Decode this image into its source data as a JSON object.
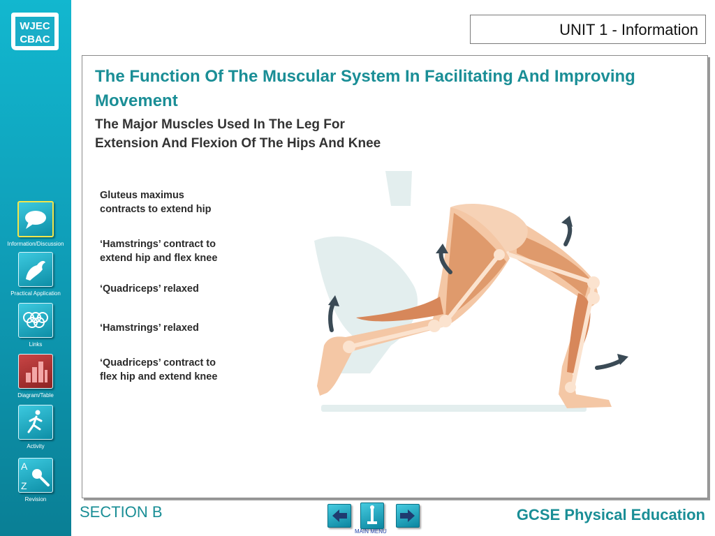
{
  "logo": {
    "line1": "WJEC",
    "line2": "CBAC"
  },
  "header": {
    "unit": "UNIT 1 - Information"
  },
  "sidebar": {
    "items": [
      {
        "label": "Information/Discussion",
        "icon": "speech-bubble-icon"
      },
      {
        "label": "Practical Application",
        "icon": "flexed-arm-icon"
      },
      {
        "label": "Links",
        "icon": "olympic-rings-icon"
      },
      {
        "label": "Diagram/Table",
        "icon": "bar-chart-icon"
      },
      {
        "label": "Activity",
        "icon": "runner-icon"
      },
      {
        "label": "Revision",
        "icon": "a-z-magnifier-icon",
        "letter_a": "A",
        "letter_z": "Z"
      }
    ]
  },
  "main": {
    "title": "The Function Of The Muscular System In Facilitating And Improving Movement",
    "subtitle_line1": "The Major Muscles Used In The Leg For",
    "subtitle_line2": "Extension And Flexion Of The Hips And Knee",
    "labels": [
      {
        "line1": "Gluteus maximus",
        "line2": "contracts to extend hip"
      },
      {
        "line1": "‘Hamstrings’ contract to",
        "line2": "extend hip and flex knee"
      },
      {
        "line1": "‘Quadriceps’ relaxed",
        "line2": ""
      },
      {
        "line1": "‘Hamstrings’ relaxed",
        "line2": ""
      },
      {
        "line1": "‘Quadriceps’ contract to",
        "line2": "flex hip and extend knee"
      }
    ]
  },
  "footer": {
    "section": "SECTION B",
    "brand": "GCSE Physical Education",
    "main_menu": "MAIN MENU"
  },
  "colors": {
    "accent": "#1a8e96",
    "sidebar": "#0f9fb9",
    "skin": "#f6c9a6",
    "muscle": "#d98a5e",
    "arrow": "#3a4a55"
  }
}
